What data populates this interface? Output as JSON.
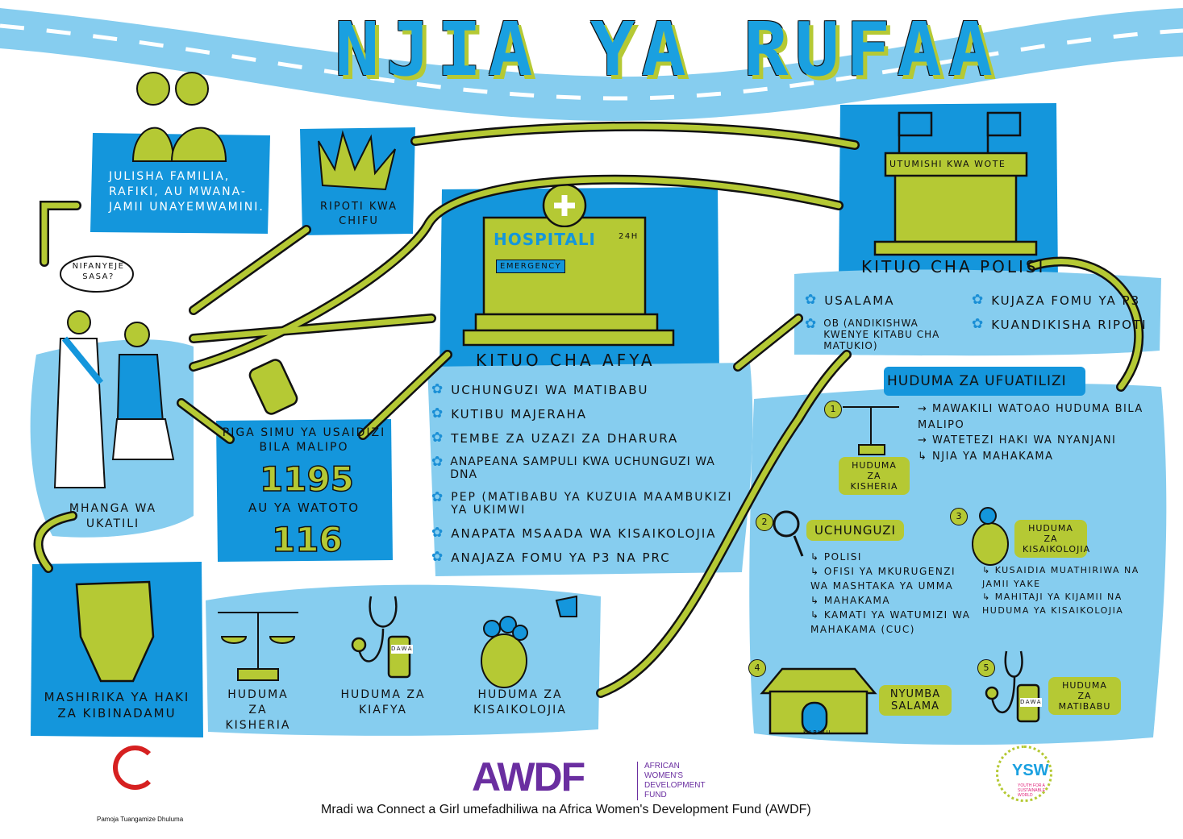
{
  "title": "NJIA YA RUFAA",
  "victim": {
    "thought": "NIFANYEJE SASA?",
    "label": "MHANGA WA UKATILI"
  },
  "inform": "JULISHA FAMILIA, RAFIKI, AU MWANA-JAMII UNAYEMWAMINI.",
  "chief": "RIPOTI KWA CHIFU",
  "call": {
    "line1": "PIGA SIMU YA USAIDIZI BILA MALIPO",
    "number1": "1195",
    "line2": "AU YA WATOTO",
    "number2": "116"
  },
  "hospital": {
    "sign": "HOSPITALI",
    "hours": "24H",
    "emergency": "EMERGENCY",
    "label": "KITUO CHA AFYA",
    "items": [
      "UCHUNGUZI WA MATIBABU",
      "KUTIBU MAJERAHA",
      "TEMBE ZA UZAZI ZA DHARURA",
      "ANAPEANA SAMPULI KWA UCHUNGUZI WA DNA",
      "PEP (MATIBABU YA KUZUIA MAAMBUKIZI YA UKIMWI",
      "ANAPATA MSAADA WA KISAIKOLOJIA",
      "ANAJAZA FOMU YA P3 NA PRC"
    ]
  },
  "police": {
    "sign": "UTUMISHI KWA WOTE",
    "label": "KITUO CHA POLISI",
    "items_left": [
      "USALAMA",
      "OB (ANDIKISHWA KWENYE KITABU CHA MATUKIO)"
    ],
    "items_right": [
      "KUJAZA FOMU YA P3",
      "KUANDIKISHA RIPOTI"
    ]
  },
  "followup": {
    "title": "HUDUMA ZA UFUATILIZI",
    "s1": {
      "num": "1",
      "tag": "HUDUMA ZA KISHERIA",
      "items": [
        "→ MAWAKILI WATOAO HUDUMA BILA MALIPO",
        "→ WATETEZI HAKI WA NYANJANI",
        "↳ NJIA YA MAHAKAMA"
      ]
    },
    "s2": {
      "num": "2",
      "tag": "UCHUNGUZI",
      "items": [
        "↳ POLISI",
        "↳ OFISI YA MKURUGENZI WA MASHTAKA YA UMMA",
        "↳ MAHAKAMA",
        "↳ KAMATI YA WATUMIZI WA MAHAKAMA (CUC)"
      ]
    },
    "s3": {
      "num": "3",
      "tag": "HUDUMA ZA KISAIKOLOJIA",
      "items": [
        "↳ KUSAIDIA MUATHIRIWA NA JAMII YAKE",
        "↳ MAHITAJI YA KIJAMII NA HUDUMA YA KISAIKOLOJIA"
      ]
    },
    "s4": {
      "num": "4",
      "tag": "NYUMBA SALAMA",
      "door": "KARIBU"
    },
    "s5": {
      "num": "5",
      "tag": "HUDUMA ZA MATIBABU",
      "bottle": "DAWA"
    }
  },
  "rights": "MASHIRIKA YA HAKI ZA KIBINADAMU",
  "services": [
    "HUDUMA ZA KISHERIA",
    "HUDUMA ZA KIAFYA",
    "HUDUMA ZA KISAIKOLOJIA"
  ],
  "services_bottle": "DAWA",
  "footer": {
    "left_logo_caption": "Pamoja Tuangamize Dhuluma",
    "awdf": "AWDF",
    "awdf_name": "AFRICAN WOMEN'S DEVELOPMENT FUND",
    "funding": "Mradi wa Connect a Girl umefadhiliwa na Africa Women's Development Fund (AWDF)",
    "ysw": "YSW",
    "ysw_name": "YOUTH FOR A SUSTAINABLE WORLD"
  },
  "colors": {
    "light_blue": "#86cdef",
    "blue": "#1496dc",
    "green": "#b5c934"
  }
}
